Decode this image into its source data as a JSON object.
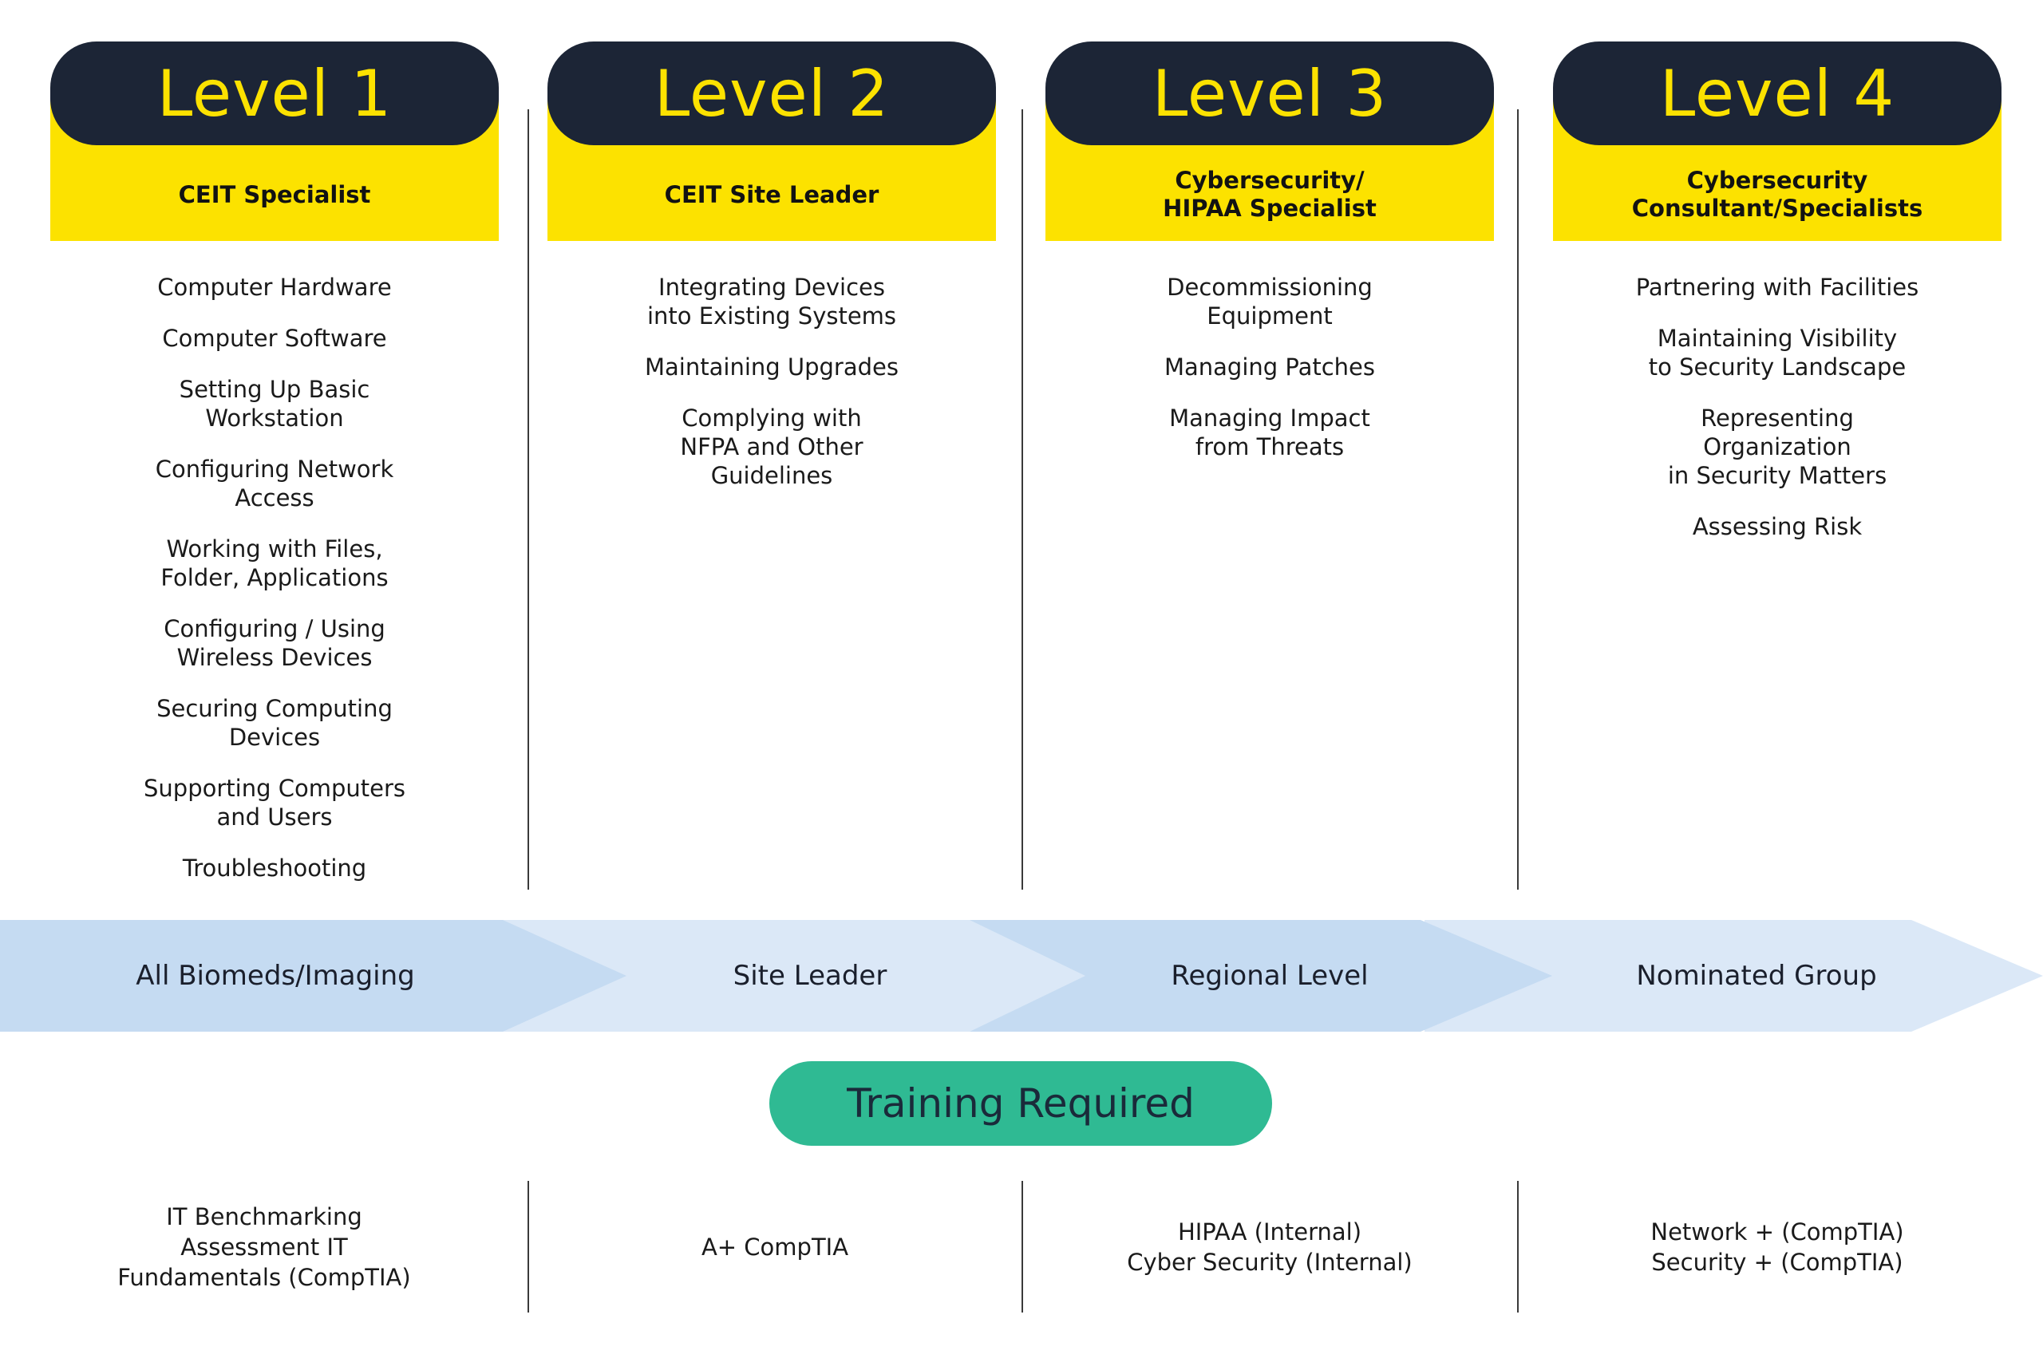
{
  "levels": [
    {
      "title": "Level 1",
      "role": "CEIT Specialist",
      "skills": [
        "Computer Hardware",
        "Computer Software",
        "Setting Up Basic\nWorkstation",
        "Configuring Network\nAccess",
        "Working with Files,\nFolder, Applications",
        "Configuring / Using\nWireless Devices",
        "Securing Computing\nDevices",
        "Supporting Computers\nand Users",
        "Troubleshooting"
      ],
      "certification": "IT Benchmarking\nAssessment IT\nFundamentals (CompTIA)"
    },
    {
      "title": "Level 2",
      "role": "CEIT Site Leader",
      "skills": [
        "Integrating Devices\ninto Existing Systems",
        "Maintaining Upgrades",
        "Complying with\nNFPA and Other\nGuidelines"
      ],
      "certification": "A+ CompTIA"
    },
    {
      "title": "Level 3",
      "role": "Cybersecurity/\nHIPAA Specialist",
      "skills": [
        "Decommissioning\nEquipment",
        "Managing Patches",
        "Managing Impact\nfrom Threats"
      ],
      "certification": "HIPAA (Internal)\nCyber Security (Internal)"
    },
    {
      "title": "Level 4",
      "role": "Cybersecurity\nConsultant/Specialists",
      "skills": [
        "Partnering with Facilities",
        "Maintaining Visibility\nto Security Landscape",
        "Representing\nOrganization\nin Security Matters",
        "Assessing Risk"
      ],
      "certification": "Network + (CompTIA)\nSecurity + (CompTIA)"
    }
  ],
  "pathway": {
    "stages": [
      "All Biomeds/Imaging",
      "Site Leader",
      "Regional Level",
      "Nominated Group"
    ]
  },
  "training_label": "Training Required",
  "colors": {
    "navy": "#1c2536",
    "yellow": "#fce200",
    "arrow_dark": "#c5dbf2",
    "arrow_light": "#dbe8f7",
    "training_green": "#2fba93"
  }
}
